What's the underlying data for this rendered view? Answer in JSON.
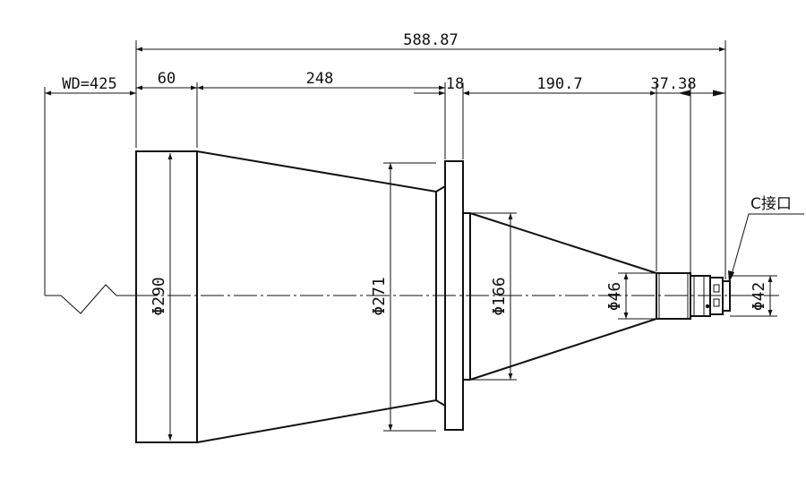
{
  "dimensions": {
    "overall": "588.87",
    "working_distance": "WD=425",
    "seg_60": "60",
    "seg_248": "248",
    "seg_18": "18",
    "seg_190_7": "190.7",
    "seg_37_38": "37.38"
  },
  "diameters": {
    "d290": "Φ290",
    "d271": "Φ271",
    "d166": "Φ166",
    "d46": "Φ46",
    "d42": "Φ42"
  },
  "labels": {
    "c_mount": "C接口"
  }
}
